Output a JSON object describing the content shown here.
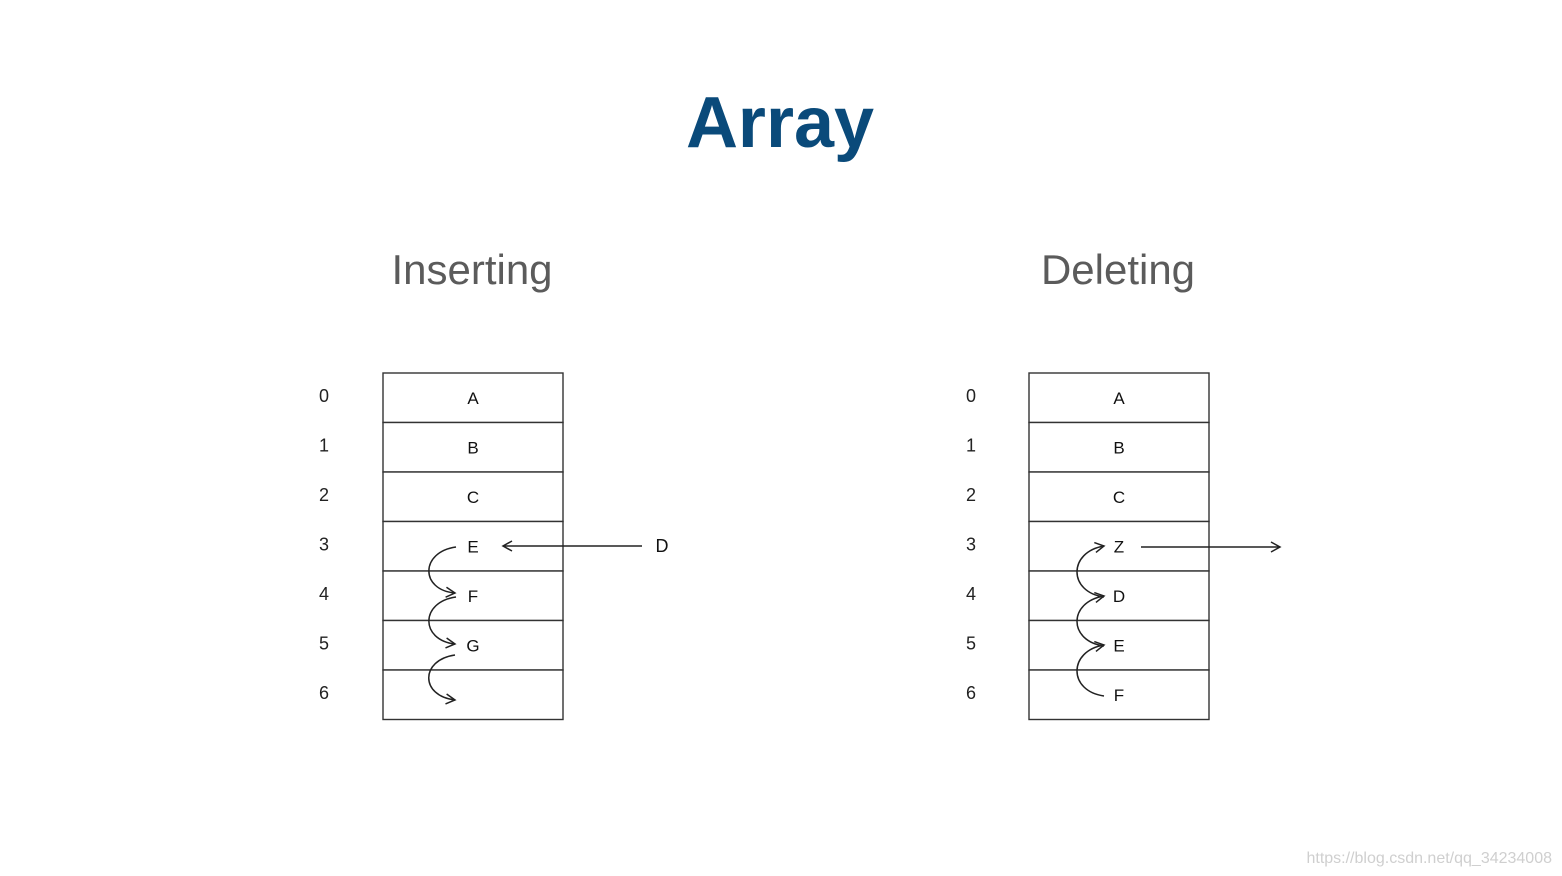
{
  "title": "Array",
  "inserting": {
    "heading": "Inserting",
    "indices": [
      "0",
      "1",
      "2",
      "3",
      "4",
      "5",
      "6"
    ],
    "cells": [
      "A",
      "B",
      "C",
      "E",
      "F",
      "G",
      ""
    ],
    "incoming_label": "D"
  },
  "deleting": {
    "heading": "Deleting",
    "indices": [
      "0",
      "1",
      "2",
      "3",
      "4",
      "5",
      "6"
    ],
    "cells": [
      "A",
      "B",
      "C",
      "Z",
      "D",
      "E",
      "F"
    ]
  },
  "watermark": "https://blog.csdn.net/qq_34234008"
}
